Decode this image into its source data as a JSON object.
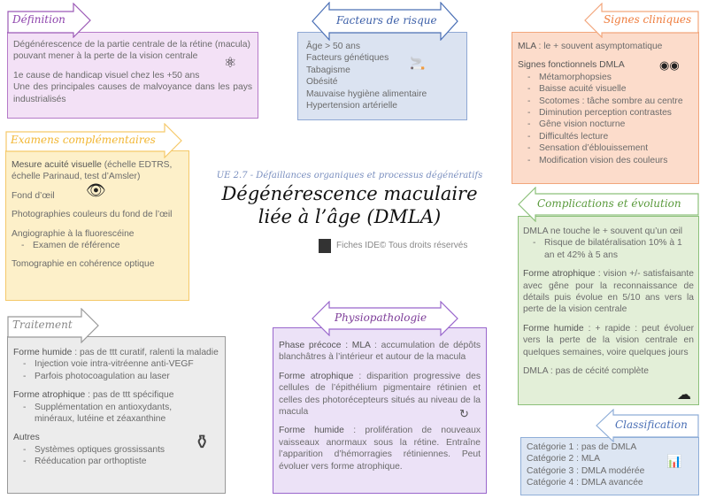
{
  "title": {
    "subtitle": "UE 2.7 - Défaillances organiques et processus dégénératifs",
    "line1": "Dégénérescence maculaire",
    "line2": "liée à l’âge (DMLA)",
    "copyright": "Fiches IDE© Tous droits réservés"
  },
  "definition": {
    "heading": "Définition",
    "p1": "Dégénérescence de la partie centrale de la rétine (macula) pouvant mener à la perte de la vision centrale",
    "p2": "1e cause de handicap visuel chez les +50 ans",
    "p3": "Une des principales causes de malvoyance dans les pays industrialisés"
  },
  "facteurs": {
    "heading": "Facteurs de risque",
    "items": [
      "Âge > 50 ans",
      "Facteurs génétiques",
      "Tabagisme",
      "Obésité",
      "Mauvaise hygiène alimentaire",
      "Hypertension artérielle"
    ]
  },
  "signes": {
    "heading": "Signes cliniques",
    "mla_label": "MLA",
    "mla_text": " : le + souvent asymptomatique",
    "fonct_label": "Signes fonctionnels DMLA",
    "items": [
      "Métamorphopsies",
      "Baisse acuité visuelle",
      "Scotomes : tâche sombre au centre",
      "Diminution perception contrastes",
      "Gêne vision nocturne",
      "Difficultés lecture",
      "Sensation d’éblouissement",
      "Modification vision des couleurs"
    ]
  },
  "examens": {
    "heading": "Examens complémentaires",
    "acuite_label": "Mesure acuité visuelle",
    "acuite_text": " (échelle EDTRS, échelle Parinaud, test d’Amsler)",
    "fond": "Fond d’œil",
    "photo": "Photographies couleurs du fond de l’œil",
    "angio": "Angiographie à la fluorescéine",
    "angio_sub": "Examen de référence",
    "tomo": "Tomographie en cohérence optique"
  },
  "complications": {
    "heading": "Complications et évolution",
    "p1": "DMLA ne touche le + souvent qu’un œil",
    "p1_sub": "Risque de bilatéralisation 10% à 1 an et 42% à 5 ans",
    "atro_label": "Forme atrophique",
    "atro_text": " : vision +/- satisfaisante avec gêne pour la reconnaissance de détails puis évolue en 5/10 ans vers la perte de la vision centrale",
    "hum_label": "Forme humide",
    "hum_text": " : + rapide : peut évoluer vers la perte de la vision centrale en quelques semaines, voire quelques jours",
    "p4": "DMLA : pas de cécité complète"
  },
  "traitement": {
    "heading": "Traitement",
    "hum_label": "Forme humide",
    "hum_text": " : pas de ttt curatif, ralenti la maladie",
    "hum_items": [
      "Injection voie intra-vitréenne anti-VEGF",
      "Parfois photocoagulation au laser"
    ],
    "atro_label": "Forme atrophique",
    "atro_text": " : pas de ttt spécifique",
    "atro_items": [
      "Supplémentation en antioxydants, minéraux, lutéine et zéaxanthine"
    ],
    "autres_label": "Autres",
    "autres_items": [
      "Systèmes optiques grossissants",
      "Rééducation par orthoptiste"
    ]
  },
  "physio": {
    "heading": "Physiopathologie",
    "p1_label": "Phase précoce : MLA",
    "p1_text": " : accumulation de dépôts blanchâtres à l’intérieur et autour de la macula",
    "p2_label": "Forme atrophique",
    "p2_text": " : disparition progressive des cellules de l’épithélium pigmentaire rétinien et celles des photorécepteurs situés au niveau de la macula",
    "p3_label": "Forme humide",
    "p3_text": " : prolifération de nouveaux vaisseaux anormaux sous la rétine. Entraîne l’apparition d’hémorragies rétiniennes. Peut évoluer vers forme atrophique."
  },
  "classification": {
    "heading": "Classification",
    "items": [
      "Catégorie 1 : pas de DMLA",
      "Catégorie 2 : MLA",
      "Catégorie 3 : DMLA modérée",
      "Catégorie 4 : DMLA avancée"
    ]
  },
  "colors": {
    "purple": "#9b59b6",
    "blue": "#4a6fb5",
    "orange": "#ef7c3c",
    "yellow": "#f2b632",
    "green": "#70ad47",
    "gray": "#999999"
  }
}
